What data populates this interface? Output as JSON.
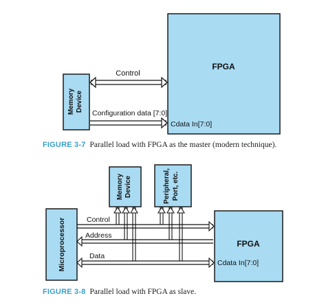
{
  "colors": {
    "block_fill": "#a9dbf3",
    "block_stroke": "#1a1a1a",
    "caption_label": "#3aa0c8"
  },
  "figure1": {
    "label": "FIGURE 3-7",
    "caption": "Parallel load with FPGA as the master (modern technique).",
    "fpga": "FPGA",
    "memory_line1": "Memory",
    "memory_line2": "Device",
    "control": "Control",
    "config": "Configuration data [7:0]",
    "cdata": "Cdata In[7:0]"
  },
  "figure2": {
    "label": "FIGURE 3-8",
    "caption": "Parallel load with FPGA as slave.",
    "microprocessor": "Microprocessor",
    "memory_line1": "Memory",
    "memory_line2": "Device",
    "peripheral_line1": "Peripheral,",
    "peripheral_line2": "Port, etc.",
    "fpga": "FPGA",
    "control": "Control",
    "address": "Address",
    "data": "Data",
    "cdata": "Cdata In[7:0]"
  }
}
